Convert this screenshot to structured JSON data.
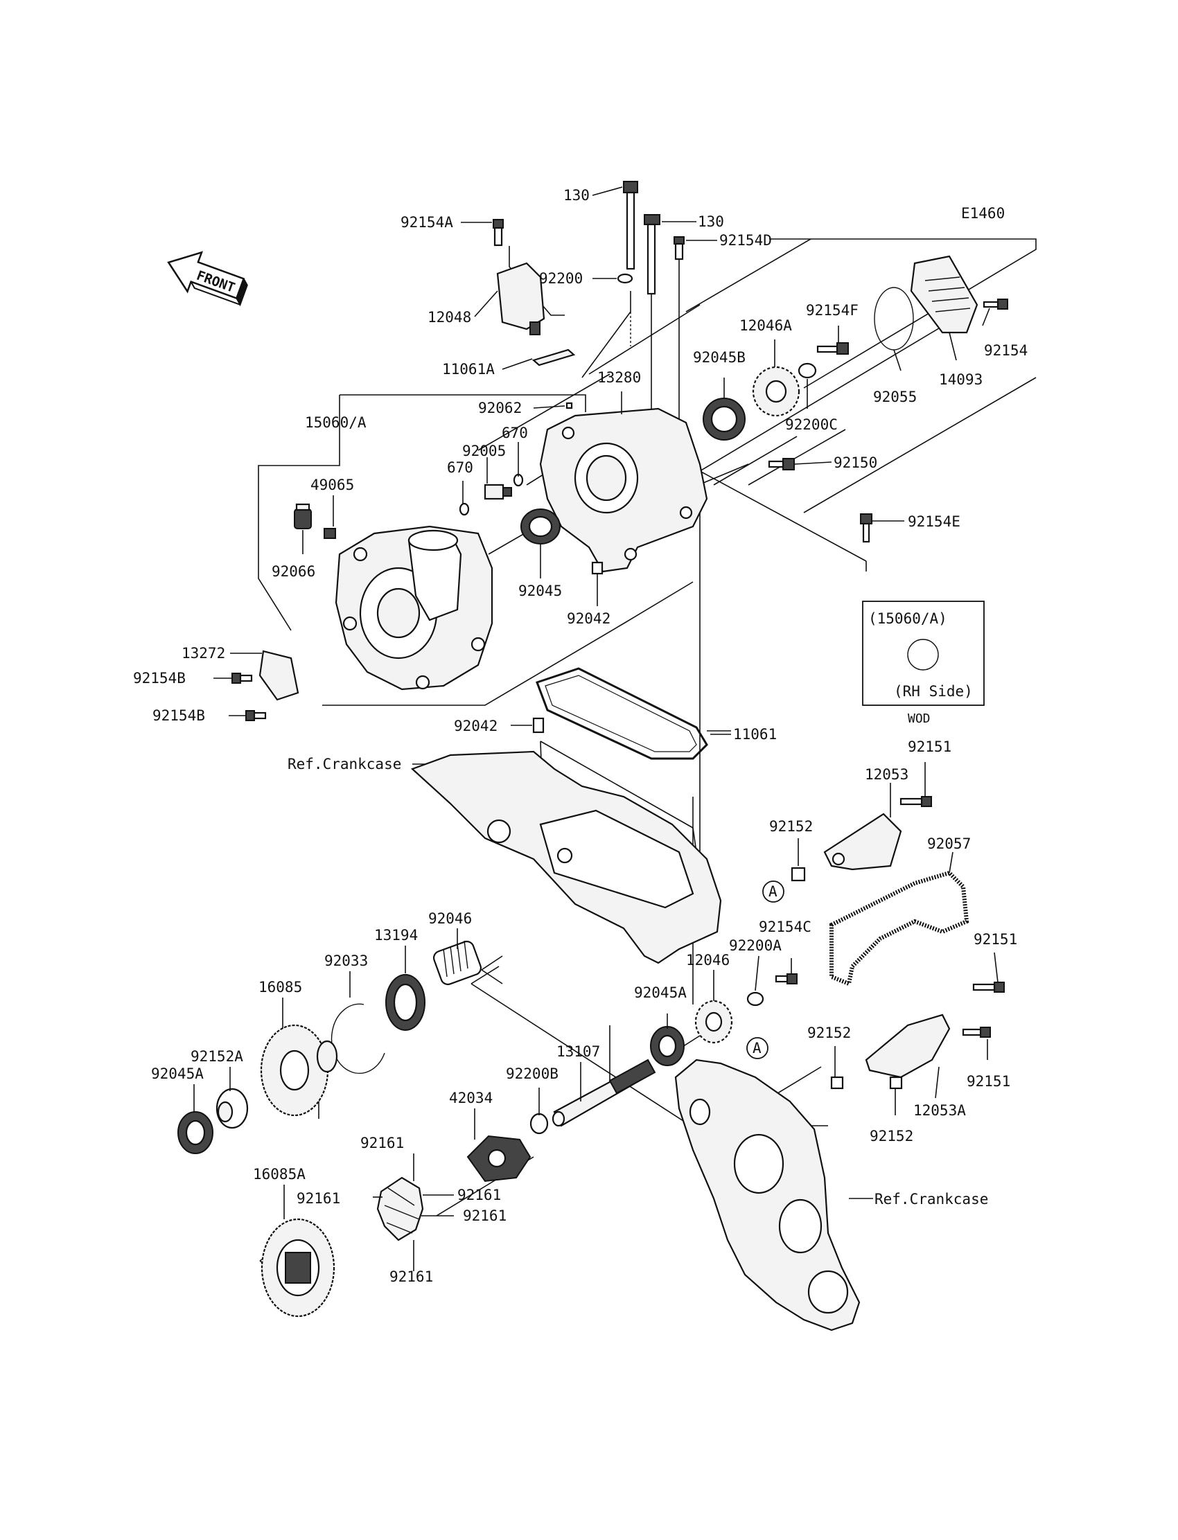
{
  "diagram_code": "E1460",
  "front_label": "FRONT",
  "inset": {
    "title": "(15060/A)",
    "note": "(RH Side)",
    "caption": "WOD"
  },
  "callout_circle_label": "A",
  "parts": {
    "p130_top": "130",
    "p130_right": "130",
    "p92154A": "92154A",
    "p92154D": "92154D",
    "p92200": "92200",
    "p12048": "12048",
    "p11061A": "11061A",
    "p92062": "92062",
    "p13280": "13280",
    "p15060A": "15060/A",
    "p670_a": "670",
    "p92005": "92005",
    "p670_b": "670",
    "p49065": "49065",
    "p92066": "92066",
    "p92045": "92045",
    "p92042_top": "92042",
    "p13272": "13272",
    "p92154B_a": "92154B",
    "p92154B_b": "92154B",
    "p92045B": "92045B",
    "p12046A": "12046A",
    "p92154F": "92154F",
    "p92200C": "92200C",
    "p92055": "92055",
    "p14093": "14093",
    "p92154": "92154",
    "p92150": "92150",
    "p92154E": "92154E",
    "p92042_mid": "92042",
    "p11061": "11061",
    "ref_crankcase_top": "Ref.Crankcase",
    "p92151_a": "92151",
    "p12053": "12053",
    "p92152_a": "92152",
    "p92057": "92057",
    "p92154C": "92154C",
    "p92200A": "92200A",
    "p12046": "12046",
    "p92151_b": "92151",
    "p92045A_mid": "92045A",
    "p92152_b": "92152",
    "p92151_c": "92151",
    "p12053A": "12053A",
    "p92152_c": "92152",
    "ref_crankcase_bottom": "Ref.Crankcase",
    "p92046": "92046",
    "p13194": "13194",
    "p92033": "92033",
    "p16085": "16085",
    "p92152A": "92152A",
    "p92045A_left": "92045A",
    "p13107": "13107",
    "p92200B": "92200B",
    "p42034": "42034",
    "p92161_top": "92161",
    "p92161_left": "92161",
    "p92161_right_a": "92161",
    "p92161_right_b": "92161",
    "p92161_bottom": "92161",
    "p16085A": "16085A"
  }
}
